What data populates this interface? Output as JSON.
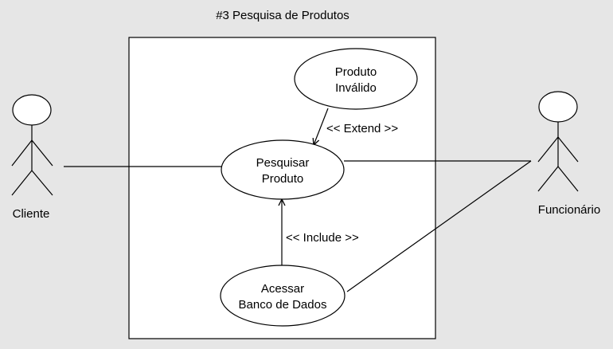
{
  "diagram": {
    "title": "#3 Pesquisa de Produtos",
    "actors": {
      "cliente": {
        "label": "Cliente"
      },
      "funcionario": {
        "label": "Funcionário"
      }
    },
    "use_cases": {
      "produto_invalido": {
        "line1": "Produto",
        "line2": "Inválido"
      },
      "pesquisar_produto": {
        "line1": "Pesquisar",
        "line2": "Produto"
      },
      "acessar_banco": {
        "line1": "Acessar",
        "line2": "Banco de Dados"
      }
    },
    "relations": {
      "extend_label": "<< Extend >>",
      "include_label": "<< Include >>"
    },
    "colors": {
      "background": "#e6e6e6",
      "shape_fill": "#ffffff",
      "stroke": "#000000"
    }
  }
}
